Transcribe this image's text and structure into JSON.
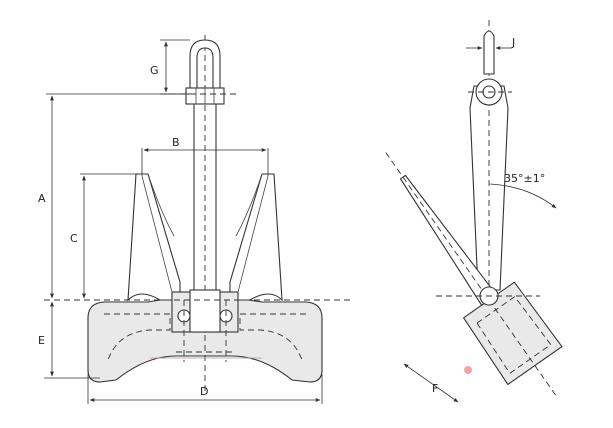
{
  "labels": {
    "a": "A",
    "b": "B",
    "c": "C",
    "d": "D",
    "e": "E",
    "f": "F",
    "g": "G",
    "j": "J",
    "angle": "35°±1°"
  }
}
